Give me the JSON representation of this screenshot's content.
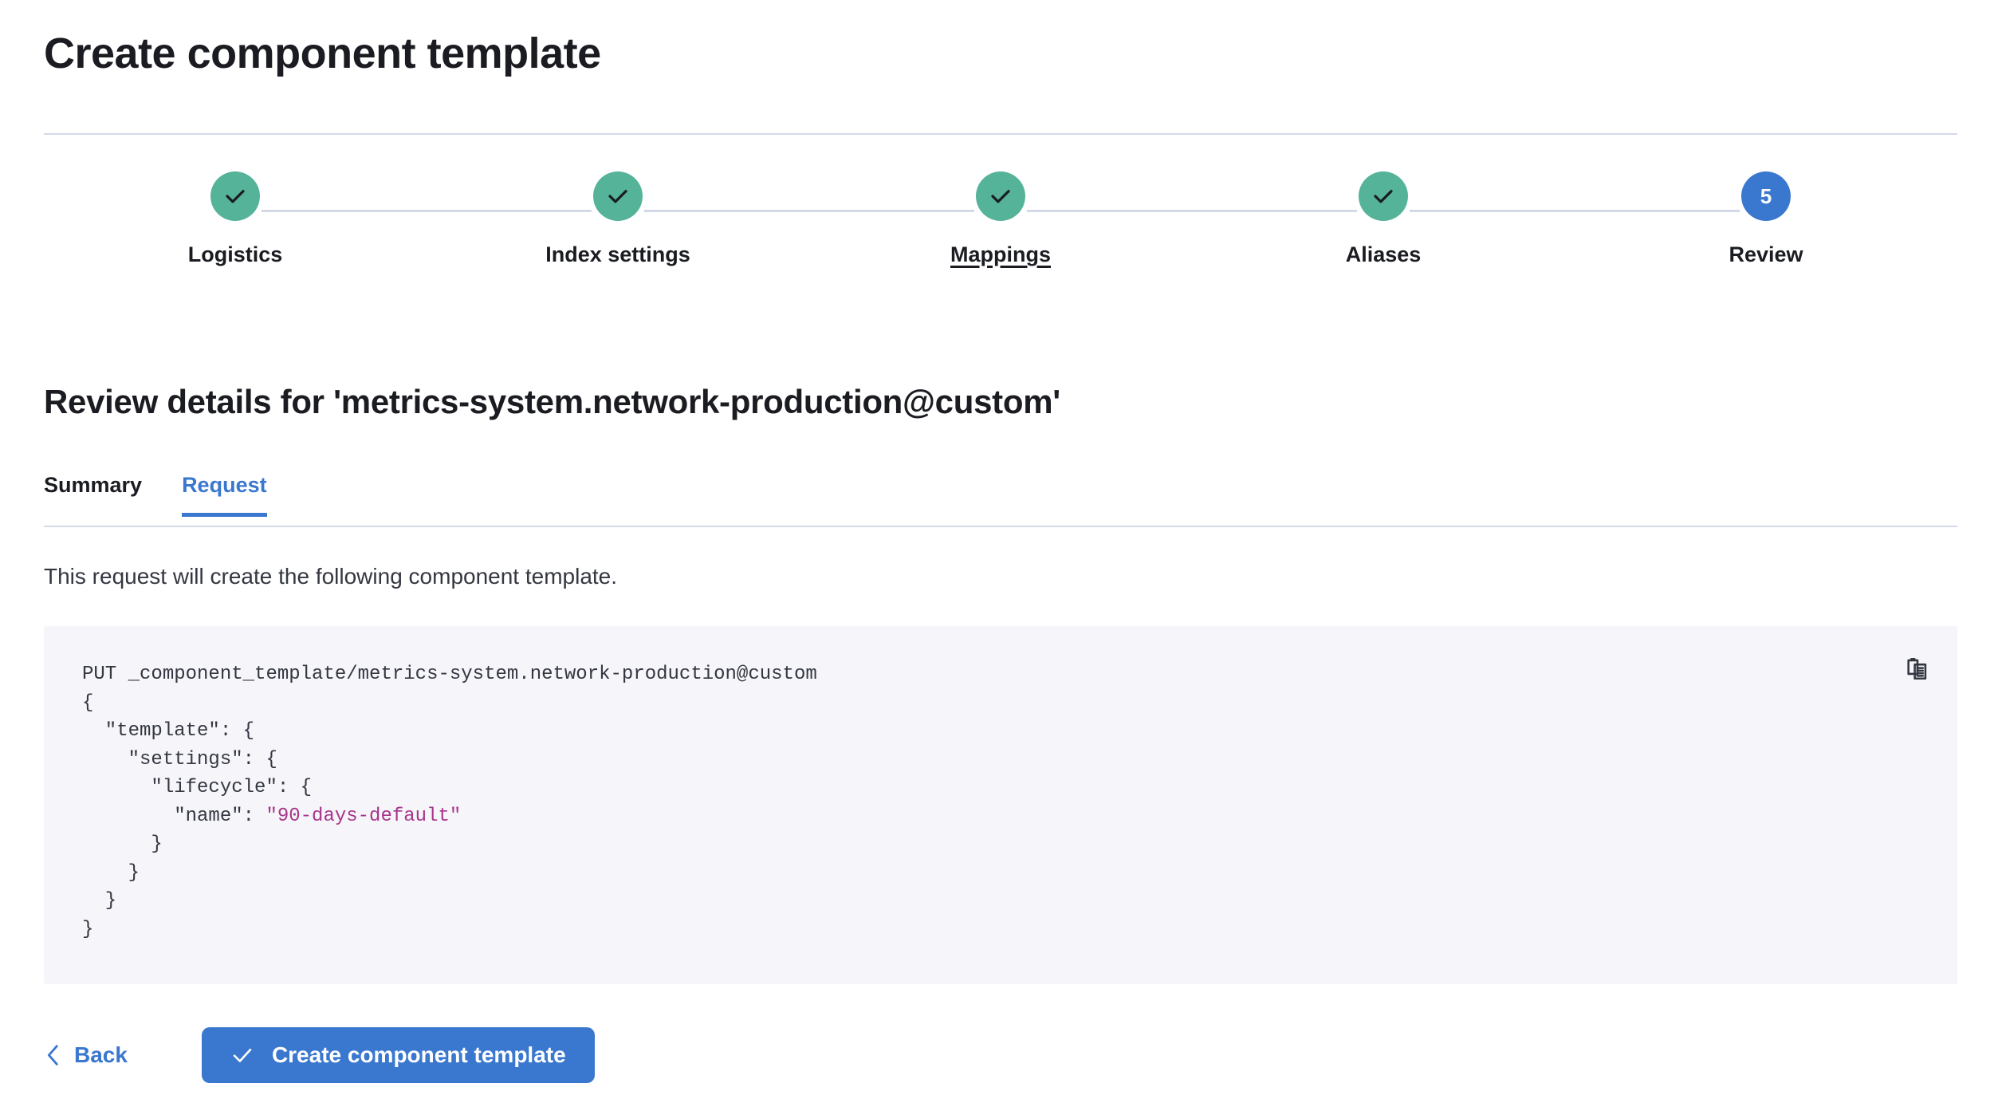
{
  "header": {
    "title": "Create component template"
  },
  "stepper": {
    "steps": [
      {
        "label": "Logistics",
        "state": "complete",
        "icon": "check-icon",
        "indicator": ""
      },
      {
        "label": "Index settings",
        "state": "complete",
        "icon": "check-icon",
        "indicator": ""
      },
      {
        "label": "Mappings",
        "state": "complete",
        "icon": "check-icon",
        "indicator": "",
        "hovered": true
      },
      {
        "label": "Aliases",
        "state": "complete",
        "icon": "check-icon",
        "indicator": ""
      },
      {
        "label": "Review",
        "state": "current",
        "icon": "number",
        "indicator": "5"
      }
    ],
    "complete_color": "#54b399",
    "current_color": "#3a77ce",
    "connector_color": "#d3dae6"
  },
  "review": {
    "heading": "Review details for 'metrics-system.network-production@custom'",
    "tabs": [
      {
        "label": "Summary",
        "active": false
      },
      {
        "label": "Request",
        "active": true
      }
    ],
    "description": "This request will create the following component template.",
    "code": {
      "method_line": "PUT _component_template/metrics-system.network-production@custom",
      "lines": [
        "{",
        "  \"template\": {",
        "    \"settings\": {",
        "      \"lifecycle\": {",
        "        \"name\": \"90-days-default\"",
        "      }",
        "    }",
        "  }",
        "}"
      ],
      "string_value": "\"90-days-default\"",
      "copy_icon": "copy-clipboard-icon",
      "background": "#f5f5fa",
      "string_color": "#a8358a"
    }
  },
  "footer": {
    "back_label": "Back",
    "back_icon": "chevron-left-icon",
    "submit_label": "Create component template",
    "submit_icon": "check-icon",
    "submit_color": "#3a77ce"
  }
}
